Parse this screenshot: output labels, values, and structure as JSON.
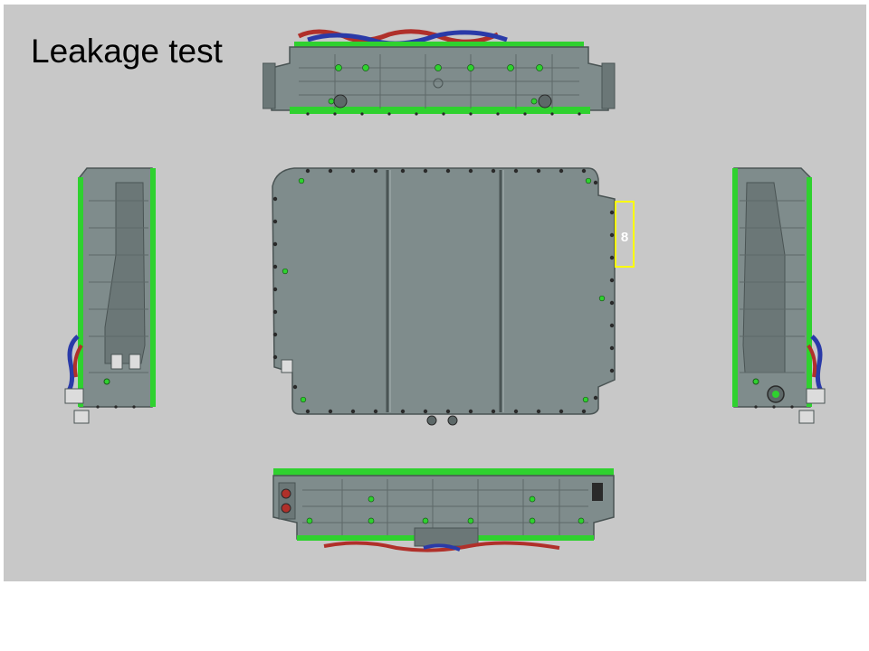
{
  "slide": {
    "title": "Leakage test",
    "background": "#c8c8c8"
  },
  "views": [
    "top-view",
    "left-view",
    "bottom-plan-view",
    "right-view",
    "front-view"
  ],
  "marker": {
    "label": "8",
    "color": "#ffff00"
  },
  "colors": {
    "housing": "#7f8c8c",
    "housing_dark": "#5d6868",
    "seal_green": "#2fd12f",
    "bolt": "#2a2a2a",
    "hose_red": "#b0302a",
    "hose_blue": "#2a3aa8"
  }
}
